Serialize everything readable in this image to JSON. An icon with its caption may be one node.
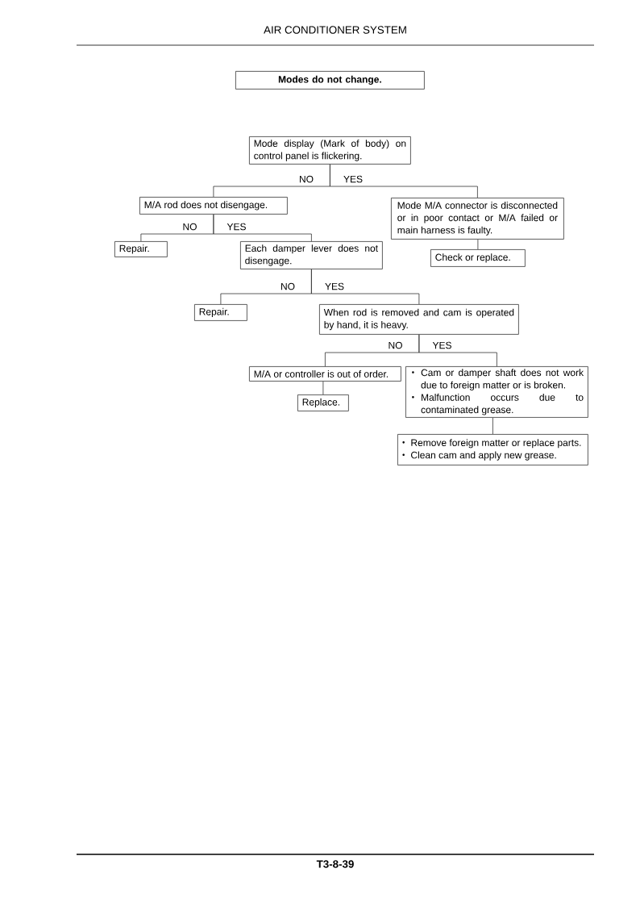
{
  "diagram": {
    "nodes": [
      {
        "text": [
          "Modes do not change."
        ]
      },
      {
        "text": [
          "Mode display (Mark of body) on control panel is flickering."
        ]
      },
      {
        "text": [
          "M/A rod does not disengage."
        ]
      },
      {
        "text": [
          "Mode M/A connector is disconnected or in poor contact or M/A failed or main harness is faulty."
        ]
      },
      {
        "text": [
          "Repair."
        ]
      },
      {
        "text": [
          "Each damper lever does not disengage."
        ]
      },
      {
        "text": [
          "Check or replace."
        ]
      },
      {
        "text": [
          "Repair."
        ]
      },
      {
        "text": [
          "When rod is removed and cam is operated by hand, it is heavy."
        ]
      },
      {
        "text": [
          "M/A or controller is out of order."
        ]
      },
      {
        "text": [
          "Cam or damper shaft does not work due to foreign matter or is broken.",
          "Malfunction occurs due to contaminated grease."
        ]
      },
      {
        "text": [
          "Replace."
        ]
      },
      {
        "text": [
          "Remove foreign matter or replace parts.",
          "Clean cam and apply new grease."
        ]
      }
    ],
    "edges": [
      {
        "from": 1,
        "to": 2,
        "arrow": "none",
        "label": "NO"
      },
      {
        "from": 1,
        "to": 3,
        "arrow": "none",
        "label": "YES"
      },
      {
        "from": 2,
        "to": 4,
        "arrow": "none",
        "label": "NO"
      },
      {
        "from": 2,
        "to": 5,
        "arrow": "none",
        "label": "YES"
      },
      {
        "from": 3,
        "to": 6,
        "arrow": "none"
      },
      {
        "from": 5,
        "to": 7,
        "arrow": "none",
        "label": "NO"
      },
      {
        "from": 5,
        "to": 8,
        "arrow": "none",
        "label": "YES"
      },
      {
        "from": 8,
        "to": 9,
        "arrow": "none",
        "label": "NO"
      },
      {
        "from": 8,
        "to": 10,
        "arrow": "none",
        "label": "YES"
      },
      {
        "from": 9,
        "to": 11,
        "arrow": "none"
      },
      {
        "from": 10,
        "to": 12,
        "arrow": "none"
      }
    ],
    "labels": [
      "AIR CONDITIONER SYSTEM",
      "T3-8-39"
    ]
  }
}
